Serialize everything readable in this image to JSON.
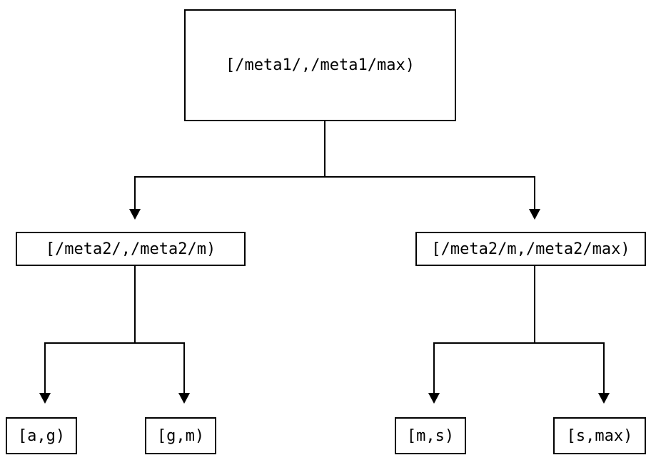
{
  "diagram": {
    "type": "tree",
    "description": "Key-range partition tree",
    "background_color": "#ffffff",
    "line_color": "#000000",
    "node_border_color": "#000000",
    "node_fill_color": "#ffffff",
    "text_color": "#000000",
    "nodes": {
      "root": {
        "label": "[/meta1/,/meta1/max)"
      },
      "left_child": {
        "label": "[/meta2/,/meta2/m)"
      },
      "right_child": {
        "label": "[/meta2/m,/meta2/max)"
      },
      "leaf_ag": {
        "label": "[a,g)"
      },
      "leaf_gm": {
        "label": "[g,m)"
      },
      "leaf_ms": {
        "label": "[m,s)"
      },
      "leaf_smax": {
        "label": "[s,max)"
      }
    },
    "edges": [
      {
        "from": "root",
        "to": "left_child"
      },
      {
        "from": "root",
        "to": "right_child"
      },
      {
        "from": "left_child",
        "to": "leaf_ag"
      },
      {
        "from": "left_child",
        "to": "leaf_gm"
      },
      {
        "from": "right_child",
        "to": "leaf_ms"
      },
      {
        "from": "right_child",
        "to": "leaf_smax"
      }
    ]
  }
}
